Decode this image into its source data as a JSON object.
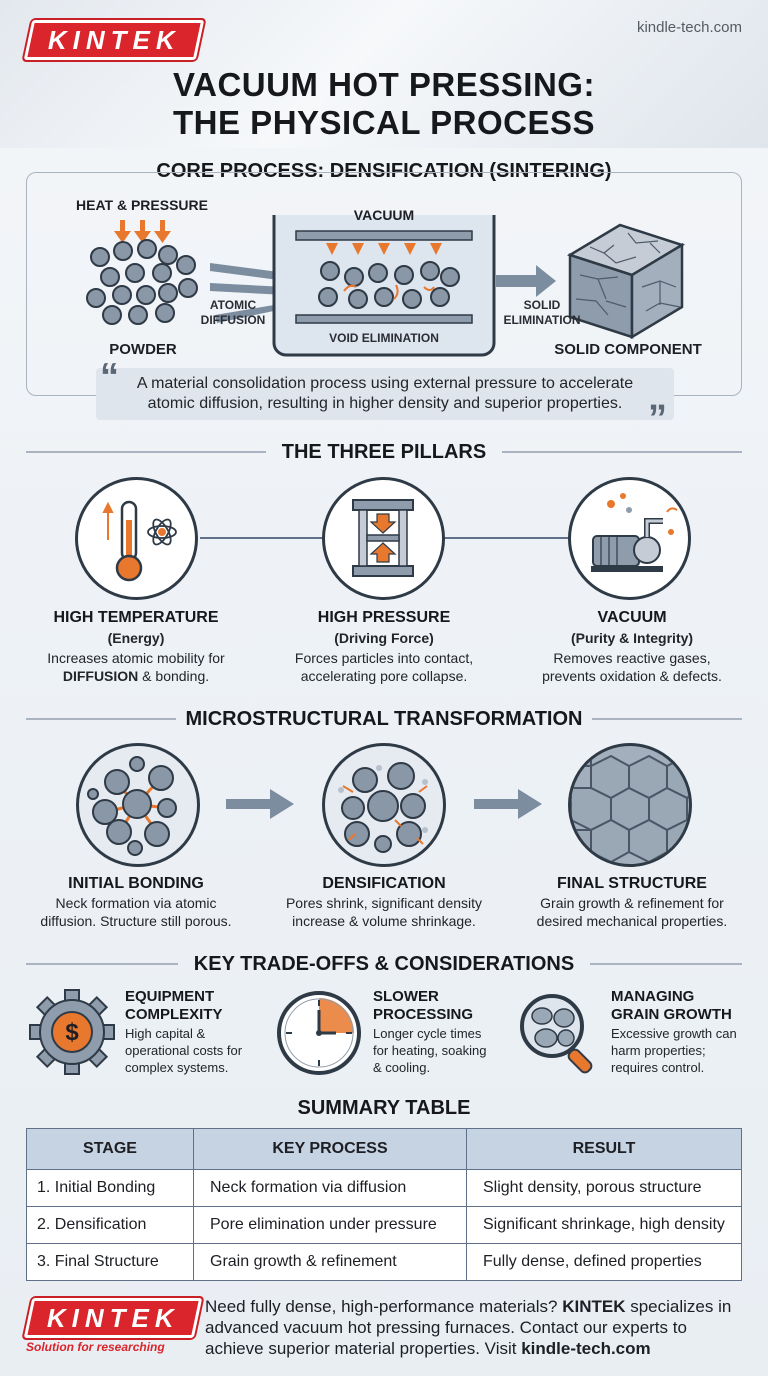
{
  "brand": {
    "logo": "KINTEK",
    "site": "kindle-tech.com",
    "tagline": "Solution for researching"
  },
  "title": {
    "line1": "VACUUM HOT PRESSING:",
    "line2": "THE PHYSICAL PROCESS"
  },
  "core": {
    "heading": "CORE PROCESS: DENSIFICATION (SINTERING)",
    "heat_pressure": "HEAT & PRESSURE",
    "powder": "POWDER",
    "atomic": "ATOMIC",
    "diffusion": "DIFFUSION",
    "vacuum": "VACUUM",
    "void_elimination": "VOID ELIMINATION",
    "solid": "SOLID",
    "elimination": "ELIMINATION",
    "solid_component": "SOLID COMPONENT",
    "quote_open": "“",
    "quote_close": "”",
    "quote_line1": "A material consolidation process using external pressure to accelerate",
    "quote_line2": "atomic diffusion, resulting in higher density and superior properties."
  },
  "pillars": {
    "heading": "THE THREE PILLARS",
    "items": [
      {
        "title": "HIGH TEMPERATURE",
        "sub": "(Energy)",
        "desc1": "Increases atomic mobility for",
        "desc2a": "DIFFUSION",
        "desc2b": " & bonding."
      },
      {
        "title": "HIGH PRESSURE",
        "sub": "(Driving Force)",
        "desc1": "Forces particles into contact,",
        "desc2a": "",
        "desc2b": "accelerating pore collapse."
      },
      {
        "title": "VACUUM",
        "sub": "(Purity & Integrity)",
        "desc1": "Removes reactive gases,",
        "desc2a": "",
        "desc2b": "prevents oxidation & defects."
      }
    ]
  },
  "micro": {
    "heading": "MICROSTRUCTURAL TRANSFORMATION",
    "items": [
      {
        "title": "INITIAL BONDING",
        "desc1": "Neck formation via atomic",
        "desc2": "diffusion. Structure still porous."
      },
      {
        "title": "DENSIFICATION",
        "desc1": "Pores shrink, significant density",
        "desc2": "increase & volume shrinkage."
      },
      {
        "title": "FINAL STRUCTURE",
        "desc1": "Grain growth & refinement for",
        "desc2": "desired mechanical properties."
      }
    ]
  },
  "tradeoffs": {
    "heading": "KEY TRADE-OFFS & CONSIDERATIONS",
    "items": [
      {
        "h1": "EQUIPMENT",
        "h2": "COMPLEXITY",
        "d1": "High capital &",
        "d2": "operational costs for",
        "d3": "complex systems.",
        "icon": "dollar-gear-icon"
      },
      {
        "h1": "SLOWER",
        "h2": "PROCESSING",
        "d1": "Longer cycle times",
        "d2": "for heating, soaking",
        "d3": "& cooling.",
        "icon": "clock-icon"
      },
      {
        "h1": "MANAGING",
        "h2": "GRAIN GROWTH",
        "d1": "Excessive growth can",
        "d2": "harm properties;",
        "d3": "requires control.",
        "icon": "magnifier-icon"
      }
    ]
  },
  "table": {
    "heading": "SUMMARY TABLE",
    "headers": [
      "STAGE",
      "KEY PROCESS",
      "RESULT"
    ],
    "rows": [
      [
        "1. Initial Bonding",
        "Neck formation via diffusion",
        "Slight density, porous structure"
      ],
      [
        "2. Densification",
        "Pore elimination under pressure",
        "Significant shrinkage, high density"
      ],
      [
        "3. Final Structure",
        "Grain growth & refinement",
        "Fully dense, defined properties"
      ]
    ]
  },
  "footer": {
    "t1": "Need fully dense, high-performance materials? ",
    "t1b": "KINTEK",
    "t2": " specializes in",
    "line2": "advanced vacuum hot pressing furnaces. Contact our experts to",
    "line3a": "achieve superior material properties. Visit ",
    "line3b": "kindle-tech.com"
  },
  "colors": {
    "accent": "#d9252b",
    "orange": "#e8782e",
    "steel": "#8f9cab",
    "dark": "#2f3a47"
  }
}
